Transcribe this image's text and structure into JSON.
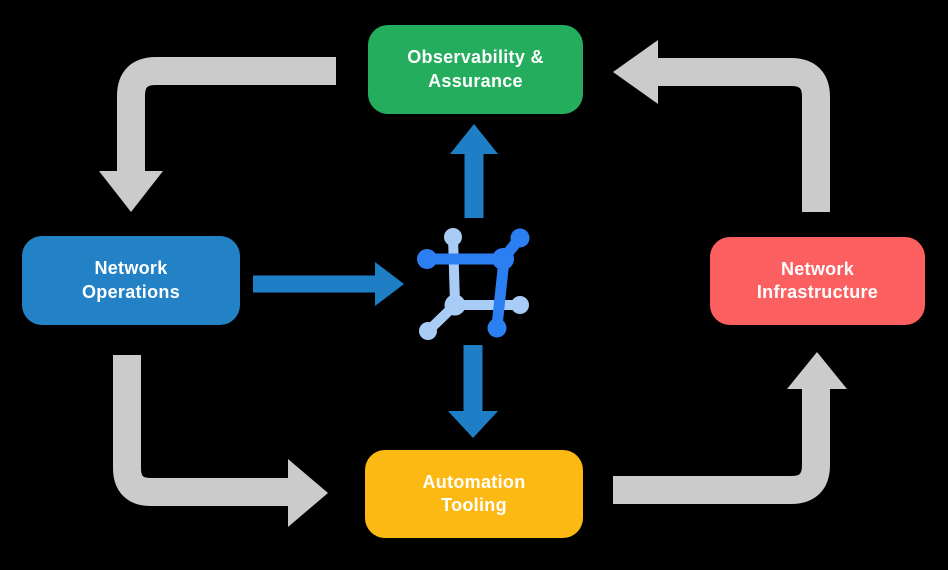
{
  "diagram": {
    "nodes": [
      {
        "id": "observability",
        "lines": [
          "Observability &",
          "Assurance"
        ],
        "color": "#23AD5C"
      },
      {
        "id": "operations",
        "lines": [
          "Network",
          "Operations"
        ],
        "color": "#2282C5"
      },
      {
        "id": "infrastructure",
        "lines": [
          "Network",
          "Infrastructure"
        ],
        "color": "#FC5F60"
      },
      {
        "id": "tooling",
        "lines": [
          "Automation",
          "Tooling"
        ],
        "color": "#FDB913"
      }
    ],
    "center_icon": {
      "name": "network-mesh-icon",
      "dark_color": "#2B7FF2",
      "light_color": "#A9CCF7"
    },
    "colors": {
      "background": "#000000",
      "arrow_gray": "#CBCBCB",
      "arrow_blue": "#1E7EC6",
      "node_green": "#23AD5C",
      "node_blue": "#2282C5",
      "node_red": "#FC5F60",
      "node_yellow": "#FDB913",
      "icon_dark_blue": "#2B7FF2",
      "icon_light_blue": "#A9CCF7",
      "label_text": "#FFFFFF"
    }
  }
}
